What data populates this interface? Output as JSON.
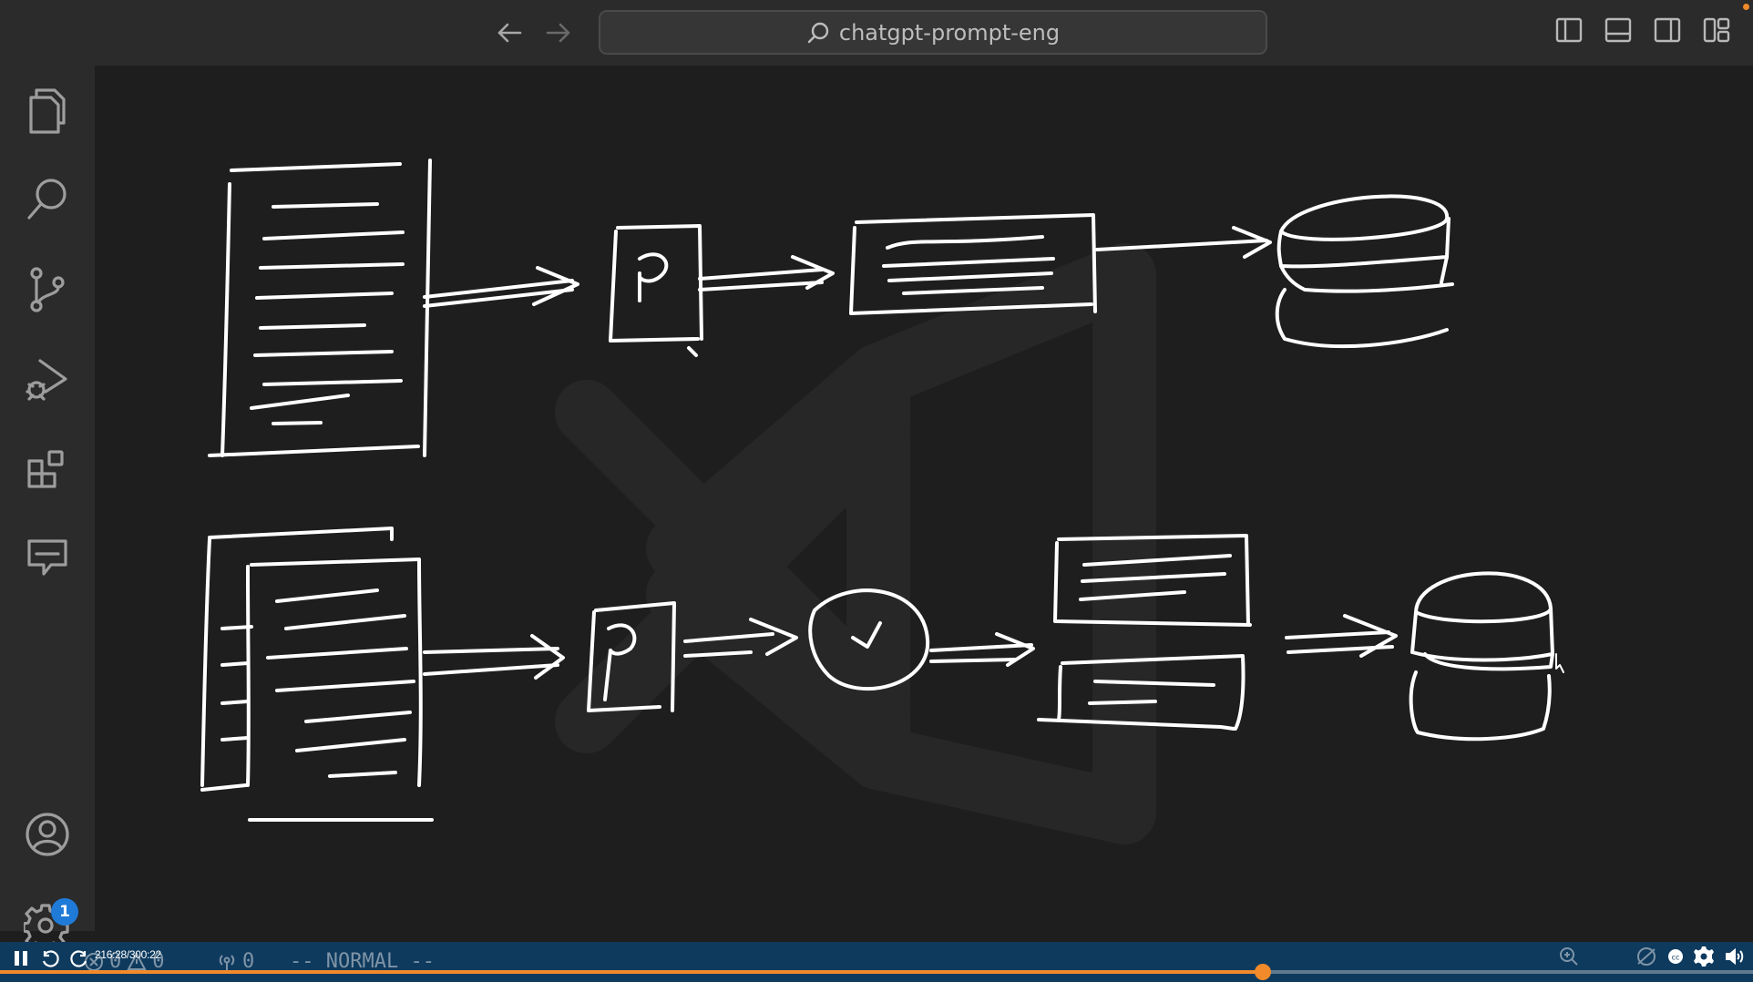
{
  "window": {
    "search_label": "chatgpt-prompt-eng"
  },
  "statusbar": {
    "errors": "0",
    "warnings": "0",
    "ports": "0",
    "mode": "-- NORMAL --"
  },
  "activity": {
    "settings_badge": "1"
  },
  "player": {
    "time": "216:28/300:22",
    "progress": 0.7206
  },
  "colors": {
    "accent_orange": "#f08a2a",
    "badge_blue": "#1f7ad8",
    "status_bar": "#0e3a5e"
  }
}
